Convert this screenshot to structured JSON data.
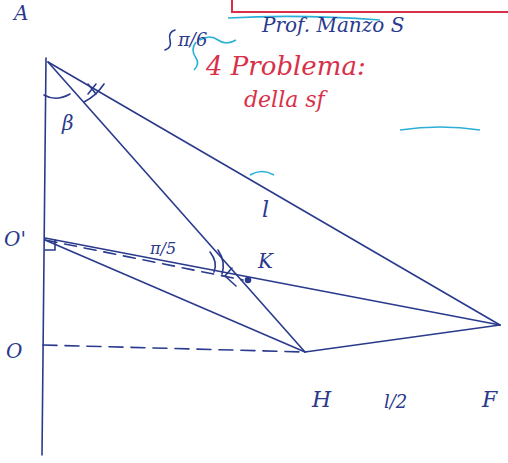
{
  "diagram": {
    "labels": [
      "A",
      "Prof. Manzo S",
      "π/6",
      "4 Problema:",
      "della sf",
      "β",
      "l",
      "O'",
      "π/5",
      "K",
      "O",
      "H",
      "l/2",
      "F"
    ]
  }
}
